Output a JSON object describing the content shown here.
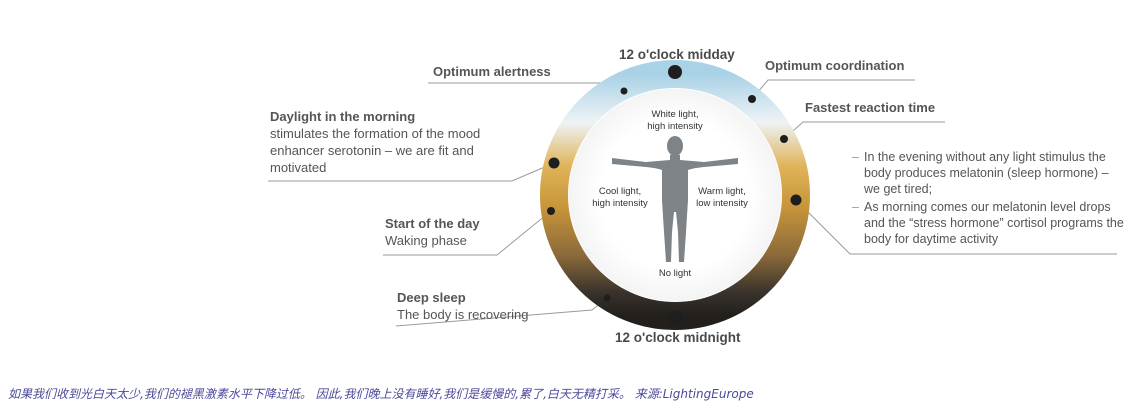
{
  "hours": {
    "midday": "12 o'clock midday",
    "midnight": "12 o'clock midnight"
  },
  "inner_labels": {
    "top_line1": "White light,",
    "top_line2": "high intensity",
    "left_line1": "Cool light,",
    "left_line2": "high intensity",
    "right_line1": "Warm light,",
    "right_line2": "low intensity",
    "bottom": "No light"
  },
  "labels": {
    "alertness": "Optimum alertness",
    "coordination": "Optimum coordination",
    "reaction": "Fastest reaction time",
    "daylight_title": "Daylight in the morning",
    "daylight_desc": "stimulates the formation of the mood enhancer serotonin – we are fit and motivated",
    "start_title": "Start of the day",
    "start_desc": "Waking phase",
    "sleep_title": "Deep sleep",
    "sleep_desc": "The body is recovering"
  },
  "evening_notes": [
    "In the evening without any light stimulus the body produces melatonin (sleep hormone) – we get tired;",
    "As morning comes our melatonin level drops and the “stress hormone” cortisol programs the body for daytime activity"
  ],
  "note_bullet": "–",
  "caption": "如果我们收到光白天太少,我们的褪黑激素水平下降过低。 因此,我们晚上没有睡好,我们是缓慢的,累了,白天无精打采。 来源:LightingEurope",
  "colors": {
    "cool_blue": "#a9d2e6",
    "white": "#eef3f5",
    "gold": "#d9a43a",
    "night": "#2a2623",
    "dot": "#1e1e1e",
    "leader": "#8a8a8a"
  }
}
